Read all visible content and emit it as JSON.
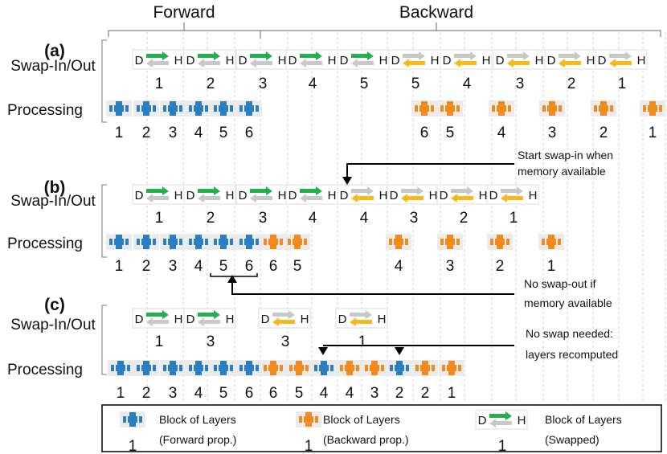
{
  "header": {
    "forward": "Forward",
    "backward": "Backward"
  },
  "rows": {
    "swap_label": "Swap-In/Out",
    "processing_label": "Processing"
  },
  "panels": [
    {
      "id": "a",
      "label": "(a)",
      "swaps": [
        {
          "dir": "out",
          "num": "1"
        },
        {
          "dir": "out",
          "num": "2"
        },
        {
          "dir": "out",
          "num": "3"
        },
        {
          "dir": "out",
          "num": "4"
        },
        {
          "dir": "out",
          "num": "5"
        },
        {
          "dir": "in",
          "num": "5"
        },
        {
          "dir": "in",
          "num": "4"
        },
        {
          "dir": "in",
          "num": "3"
        },
        {
          "dir": "in",
          "num": "2"
        },
        {
          "dir": "in",
          "num": "1"
        }
      ],
      "blocks": [
        {
          "type": "fwd",
          "num": "1"
        },
        {
          "type": "fwd",
          "num": "2"
        },
        {
          "type": "fwd",
          "num": "3"
        },
        {
          "type": "fwd",
          "num": "4"
        },
        {
          "type": "fwd",
          "num": "5"
        },
        {
          "type": "fwd",
          "num": "6"
        },
        {
          "type": "bwd",
          "num": "6"
        },
        {
          "type": "bwd",
          "num": "5"
        },
        {
          "type": "bwd",
          "num": "4"
        },
        {
          "type": "bwd",
          "num": "3"
        },
        {
          "type": "bwd",
          "num": "2"
        },
        {
          "type": "bwd",
          "num": "1"
        }
      ]
    },
    {
      "id": "b",
      "label": "(b)",
      "swaps": [
        {
          "dir": "out",
          "num": "1"
        },
        {
          "dir": "out",
          "num": "2"
        },
        {
          "dir": "out",
          "num": "3"
        },
        {
          "dir": "out",
          "num": "4"
        },
        {
          "dir": "in",
          "num": "4"
        },
        {
          "dir": "in",
          "num": "3"
        },
        {
          "dir": "in",
          "num": "2"
        },
        {
          "dir": "in",
          "num": "1"
        }
      ],
      "blocks": [
        {
          "type": "fwd",
          "num": "1"
        },
        {
          "type": "fwd",
          "num": "2"
        },
        {
          "type": "fwd",
          "num": "3"
        },
        {
          "type": "fwd",
          "num": "4"
        },
        {
          "type": "fwd",
          "num": "5"
        },
        {
          "type": "fwd",
          "num": "6"
        },
        {
          "type": "bwd",
          "num": "6"
        },
        {
          "type": "bwd",
          "num": "5"
        },
        {
          "type": "bwd",
          "num": "4"
        },
        {
          "type": "bwd",
          "num": "3"
        },
        {
          "type": "bwd",
          "num": "2"
        },
        {
          "type": "bwd",
          "num": "1"
        }
      ]
    },
    {
      "id": "c",
      "label": "(c)",
      "swaps": [
        {
          "dir": "out",
          "num": "1"
        },
        {
          "dir": "out",
          "num": "3"
        },
        {
          "dir": "in",
          "num": "3"
        },
        {
          "dir": "in",
          "num": "1"
        }
      ],
      "blocks": [
        {
          "type": "fwd",
          "num": "1"
        },
        {
          "type": "fwd",
          "num": "2"
        },
        {
          "type": "fwd",
          "num": "3"
        },
        {
          "type": "fwd",
          "num": "4"
        },
        {
          "type": "fwd",
          "num": "5"
        },
        {
          "type": "fwd",
          "num": "6"
        },
        {
          "type": "bwd",
          "num": "6"
        },
        {
          "type": "bwd",
          "num": "5"
        },
        {
          "type": "fwd",
          "num": "4"
        },
        {
          "type": "bwd",
          "num": "4"
        },
        {
          "type": "bwd",
          "num": "3"
        },
        {
          "type": "fwd",
          "num": "2"
        },
        {
          "type": "bwd",
          "num": "2"
        },
        {
          "type": "bwd",
          "num": "1"
        }
      ]
    }
  ],
  "annotations": [
    {
      "id": "swap-in-note",
      "lines": [
        "Start swap-in when",
        "memory available"
      ]
    },
    {
      "id": "no-swap-out-note",
      "lines": [
        "No swap-out  if",
        "memory available"
      ]
    },
    {
      "id": "recompute-note",
      "lines": [
        "No swap needed:",
        "layers recomputed"
      ]
    }
  ],
  "legend": [
    {
      "icon": "fwd",
      "num": "1",
      "title": "Block of Layers",
      "sub": "(Forward prop.)"
    },
    {
      "icon": "bwd",
      "num": "1",
      "title": "Block of Layers",
      "sub": "(Backward prop.)"
    },
    {
      "icon": "swap",
      "num": "1",
      "title": "Block of Layers",
      "sub": "(Swapped)"
    }
  ],
  "swap_glyphs": {
    "device": "D",
    "host": "H"
  },
  "colors": {
    "forward": "#2a7fc1",
    "backward": "#f28a1e",
    "to_host": "#1fb14e",
    "to_device": "#f6b81a",
    "inactive": "#c8c8c8"
  }
}
